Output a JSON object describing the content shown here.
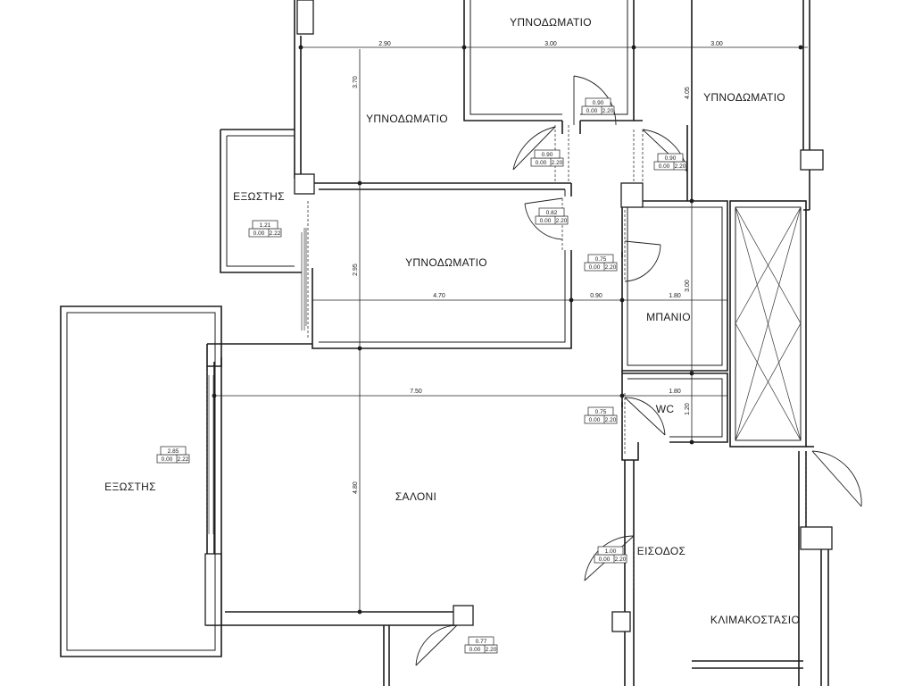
{
  "rooms": {
    "bedroom_top": "ΥΠΝΟΔΩΜΑΤΙΟ",
    "bedroom_left": "ΥΠΝΟΔΩΜΑΤΙΟ",
    "bedroom_right": "ΥΠΝΟΔΩΜΑΤΙΟ",
    "bedroom_center": "ΥΠΝΟΔΩΜΑΤΙΟ",
    "balcony_small": "ΕΞΩΣΤΗΣ",
    "balcony_large": "ΕΞΩΣΤΗΣ",
    "bathroom": "ΜΠΑΝΙΟ",
    "wc": "WC",
    "living_room": "ΣΑΛΟΝΙ",
    "entrance": "ΕΙΣΟΔΟΣ",
    "staircase": "ΚΛΙΜΑΚΟΣΤΑΣΙΟ"
  },
  "dimensions": {
    "top_left_width": "2.90",
    "top_mid_width": "3.00",
    "top_right_width": "3.00",
    "bedroom_left_height": "3.70",
    "bedroom_right_height": "4.05",
    "bedroom_center_height": "2.95",
    "bedroom_center_width": "4.70",
    "corridor_width": "0.90",
    "bath_width": "1.80",
    "bath_height": "3.00",
    "living_width": "7.50",
    "wc_width": "1.80",
    "wc_height": "1.20",
    "living_height": "4.80"
  },
  "openings": [
    {
      "name": "door-bedroom-top",
      "width": "0.90",
      "sill": "0.00",
      "height": "2.20"
    },
    {
      "name": "door-bedroom-left",
      "width": "0.90",
      "sill": "0.00",
      "height": "2.20"
    },
    {
      "name": "door-bedroom-right",
      "width": "0.90",
      "sill": "0.00",
      "height": "2.20"
    },
    {
      "name": "door-bedroom-center",
      "width": "0.82",
      "sill": "0.00",
      "height": "2.20"
    },
    {
      "name": "door-bathroom",
      "width": "0.75",
      "sill": "0.00",
      "height": "2.20"
    },
    {
      "name": "door-wc",
      "width": "0.75",
      "sill": "0.00",
      "height": "2.20"
    },
    {
      "name": "door-entrance",
      "width": "1.00",
      "sill": "0.00",
      "height": "2.20"
    },
    {
      "name": "door-kitchen",
      "width": "0.77",
      "sill": "0.00",
      "height": "2.20"
    },
    {
      "name": "window-balcony-small",
      "width": "1.21",
      "sill": "0.00",
      "height": "2.22"
    },
    {
      "name": "window-balcony-large",
      "width": "2.85",
      "sill": "0.00",
      "height": "2.22"
    }
  ]
}
